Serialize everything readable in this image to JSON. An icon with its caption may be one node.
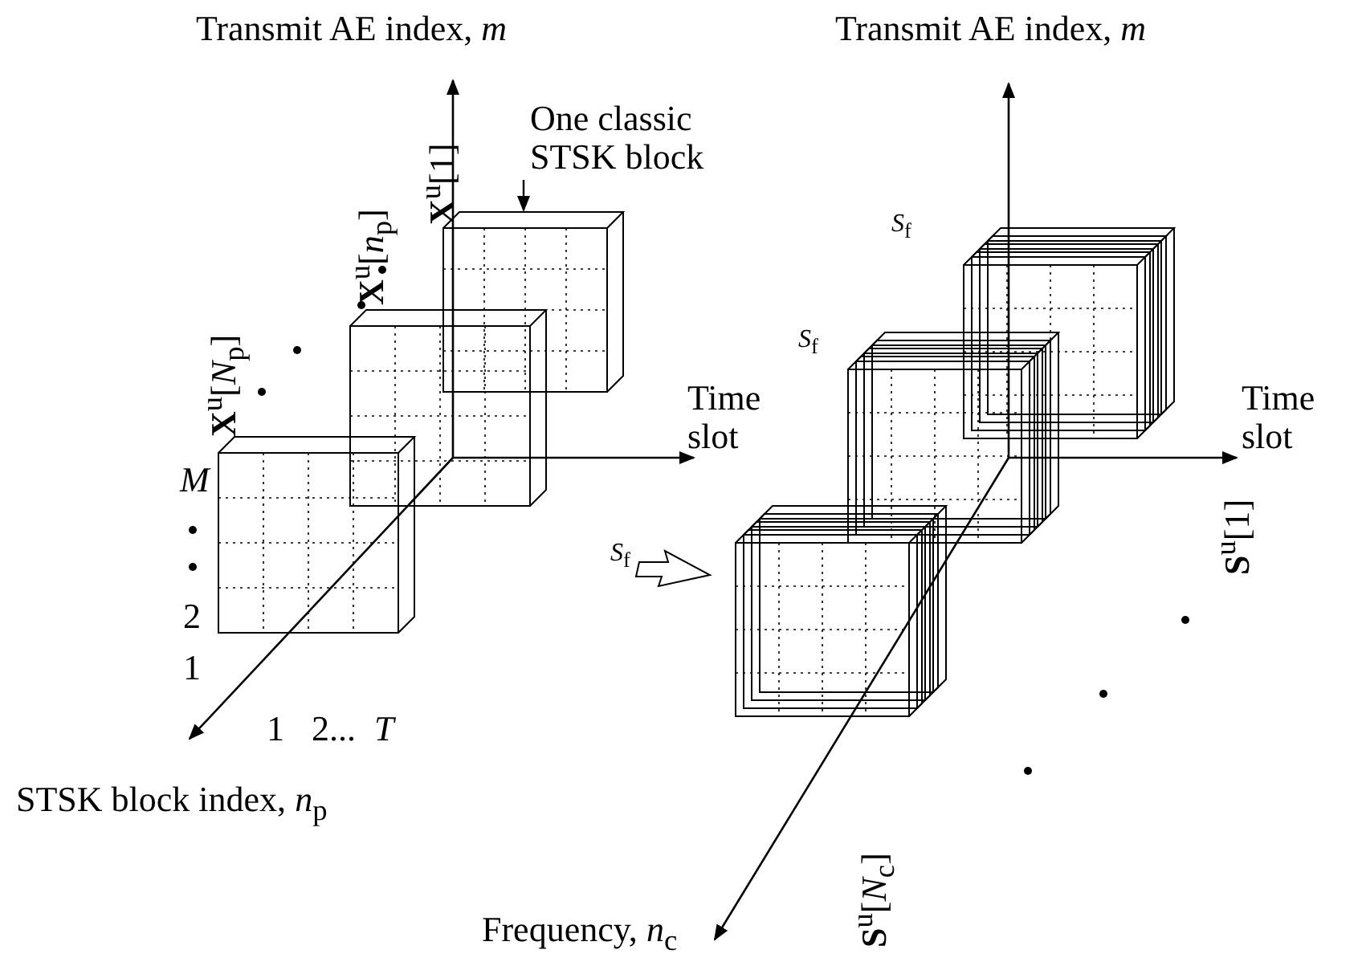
{
  "diagram": {
    "nodes": [
      {
        "text": [
          "One classic STSK block"
        ]
      },
      {
        "text": [],
        "shape": "box"
      }
    ],
    "edges": [
      {
        "from": 0,
        "to": 1,
        "arrow": "to"
      }
    ],
    "labels": [
      "Transmit AE index, *m*",
      "Transmit AE index, *m*",
      "**X**$^{u}$[1]",
      "**X**$^{u}$[*n*$_{p}$]",
      "**X**$^{u}$[*N*$_{p}$]",
      "Time slot",
      "*S*$_{f}$",
      "Time slot",
      "*S*$_{f}$",
      "*M*",
      "2",
      "1",
      "*S*$_{f}$",
      "**S**$^{u}$[1]",
      "1",
      "2...",
      "*T*",
      "STSK block index, *n*$_{p}$",
      "**S**$^{u}$[*N*$_{c}$]",
      "Frequency, *n*$_{c}$"
    ]
  }
}
